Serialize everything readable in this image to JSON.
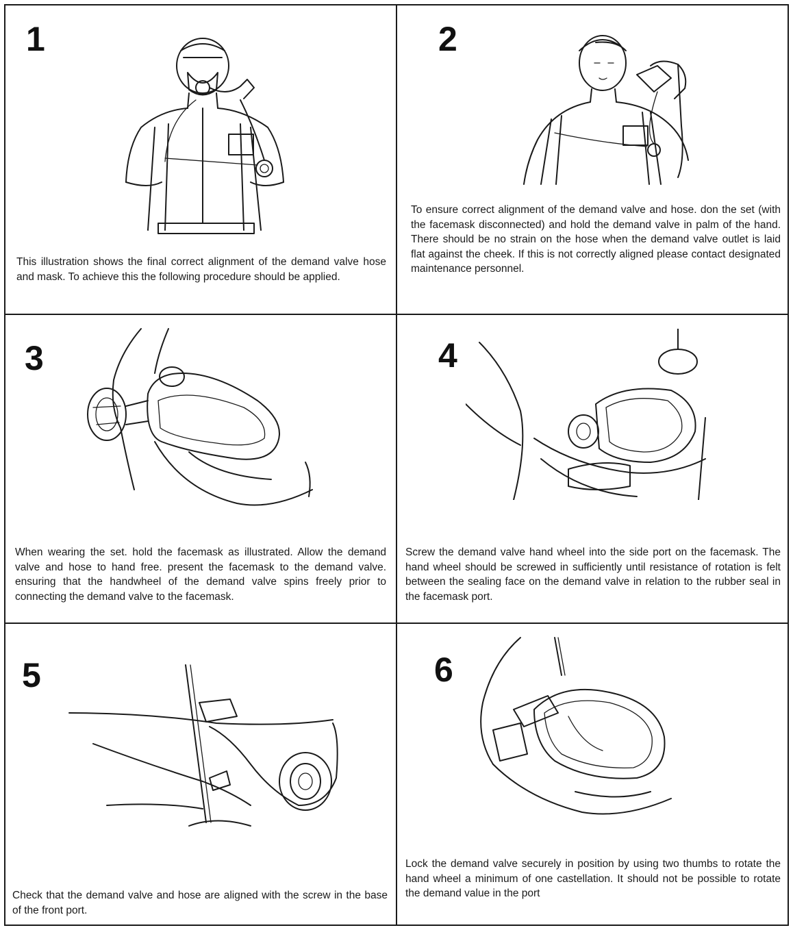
{
  "panels": [
    {
      "number": "1",
      "caption": "This illustration shows the final correct alignment of the demand valve hose and mask. To achieve this the following procedure should be applied."
    },
    {
      "number": "2",
      "caption": "To ensure correct alignment of the demand valve and hose. don the set (with the facemask disconnected) and hold the demand valve in palm of the hand. There should be no strain on the hose when the demand valve outlet is laid flat against the cheek. If this is not correctly aligned please contact designated maintenance personnel."
    },
    {
      "number": "3",
      "caption": "When wearing the set. hold the facemask as illustrated. Allow the demand valve and hose to hand free. present the facemask to the demand valve. ensuring that the handwheel of the demand valve spins freely prior to connecting the demand valve to the facemask."
    },
    {
      "number": "4",
      "caption": "Screw the demand valve hand wheel into the side port on the facemask. The hand wheel should be screwed in sufficiently until resistance of rotation is felt between the sealing face on the demand valve in relation to the rubber seal in the facemask port."
    },
    {
      "number": "5",
      "caption": "Check that the demand valve and hose are aligned with the screw in the base of the front port."
    },
    {
      "number": "6",
      "caption": "Lock the demand valve securely in position by using two thumbs to rotate the hand wheel a minimum of one castellation. It should not be possible to rotate the demand value in the port"
    }
  ]
}
